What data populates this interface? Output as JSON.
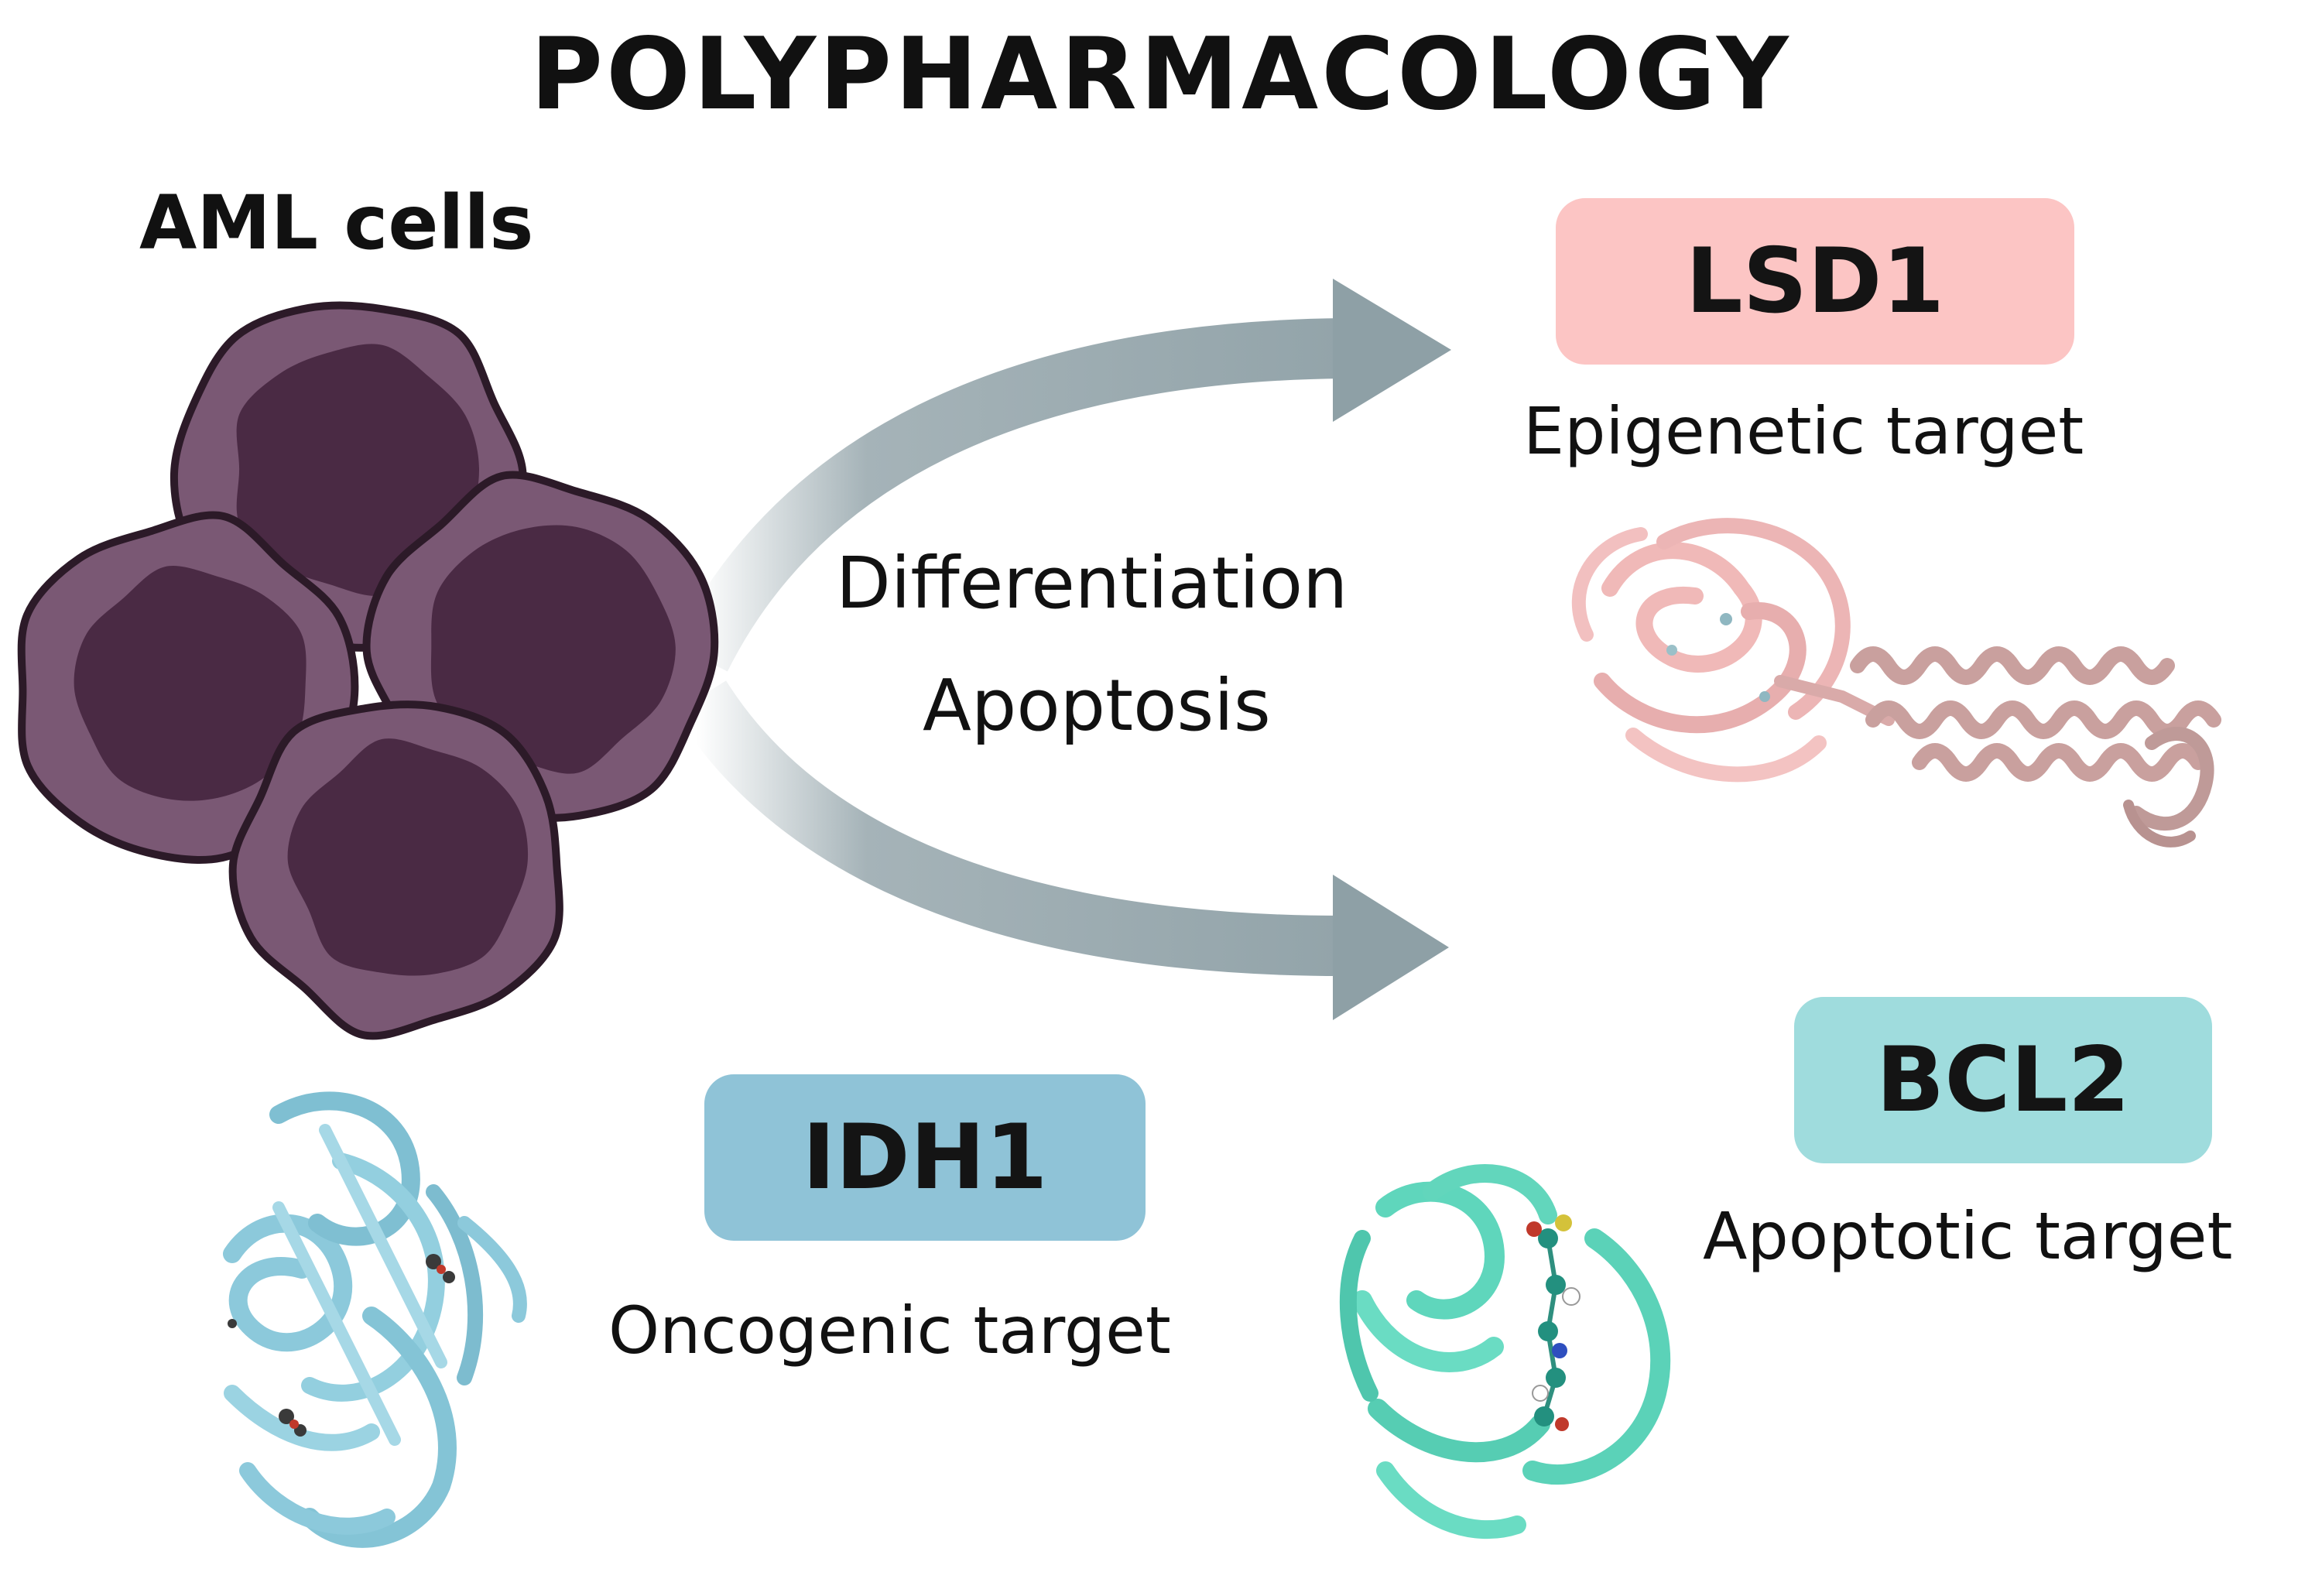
{
  "title": "POLYPHARMACOLOGY",
  "cells": {
    "label": "AML cells",
    "outer_color": "#7a5874",
    "inner_color": "#4a2a44",
    "outline_color": "#2c1a28"
  },
  "process": {
    "line1": "Differentiation",
    "line2": "Apoptosis",
    "arrow_color": "#93a4aa"
  },
  "targets": {
    "lsd1": {
      "name": "LSD1",
      "role": "Epigenetic target",
      "color": "#fcc5c4",
      "protein_color": "#e9b3b3"
    },
    "idh1": {
      "name": "IDH1",
      "role": "Oncogenic target",
      "color": "#8fc3d7",
      "protein_color": "#8cc9db"
    },
    "bcl2": {
      "name": "BCL2",
      "role": "Apoptotic target",
      "color": "#9fdcdd",
      "protein_color": "#62d6bc"
    }
  }
}
